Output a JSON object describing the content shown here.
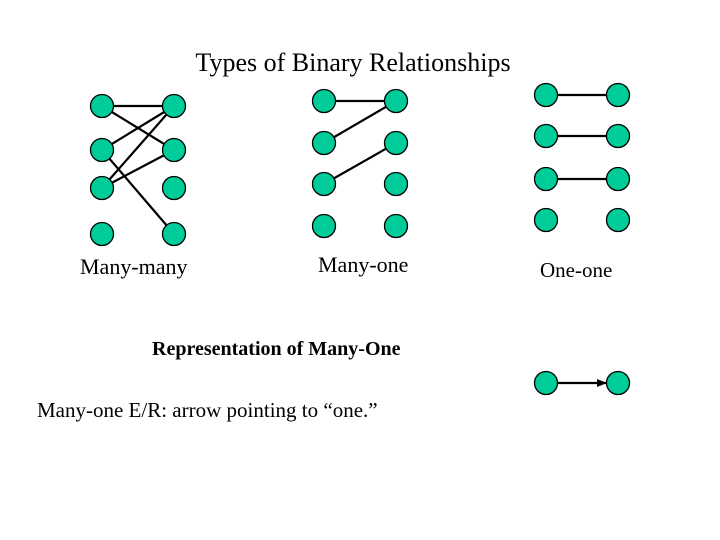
{
  "slide": {
    "title": "Types of Binary Relationships",
    "labels": {
      "many_many": "Many-many",
      "many_one": "Many-one",
      "one_one": "One-one"
    },
    "subheading": "Representation of Many-One",
    "description": "Many-one E/R: arrow pointing to “one.”"
  },
  "colors": {
    "node_fill": "#00cc99",
    "node_stroke": "#000000",
    "edge": "#000000"
  }
}
